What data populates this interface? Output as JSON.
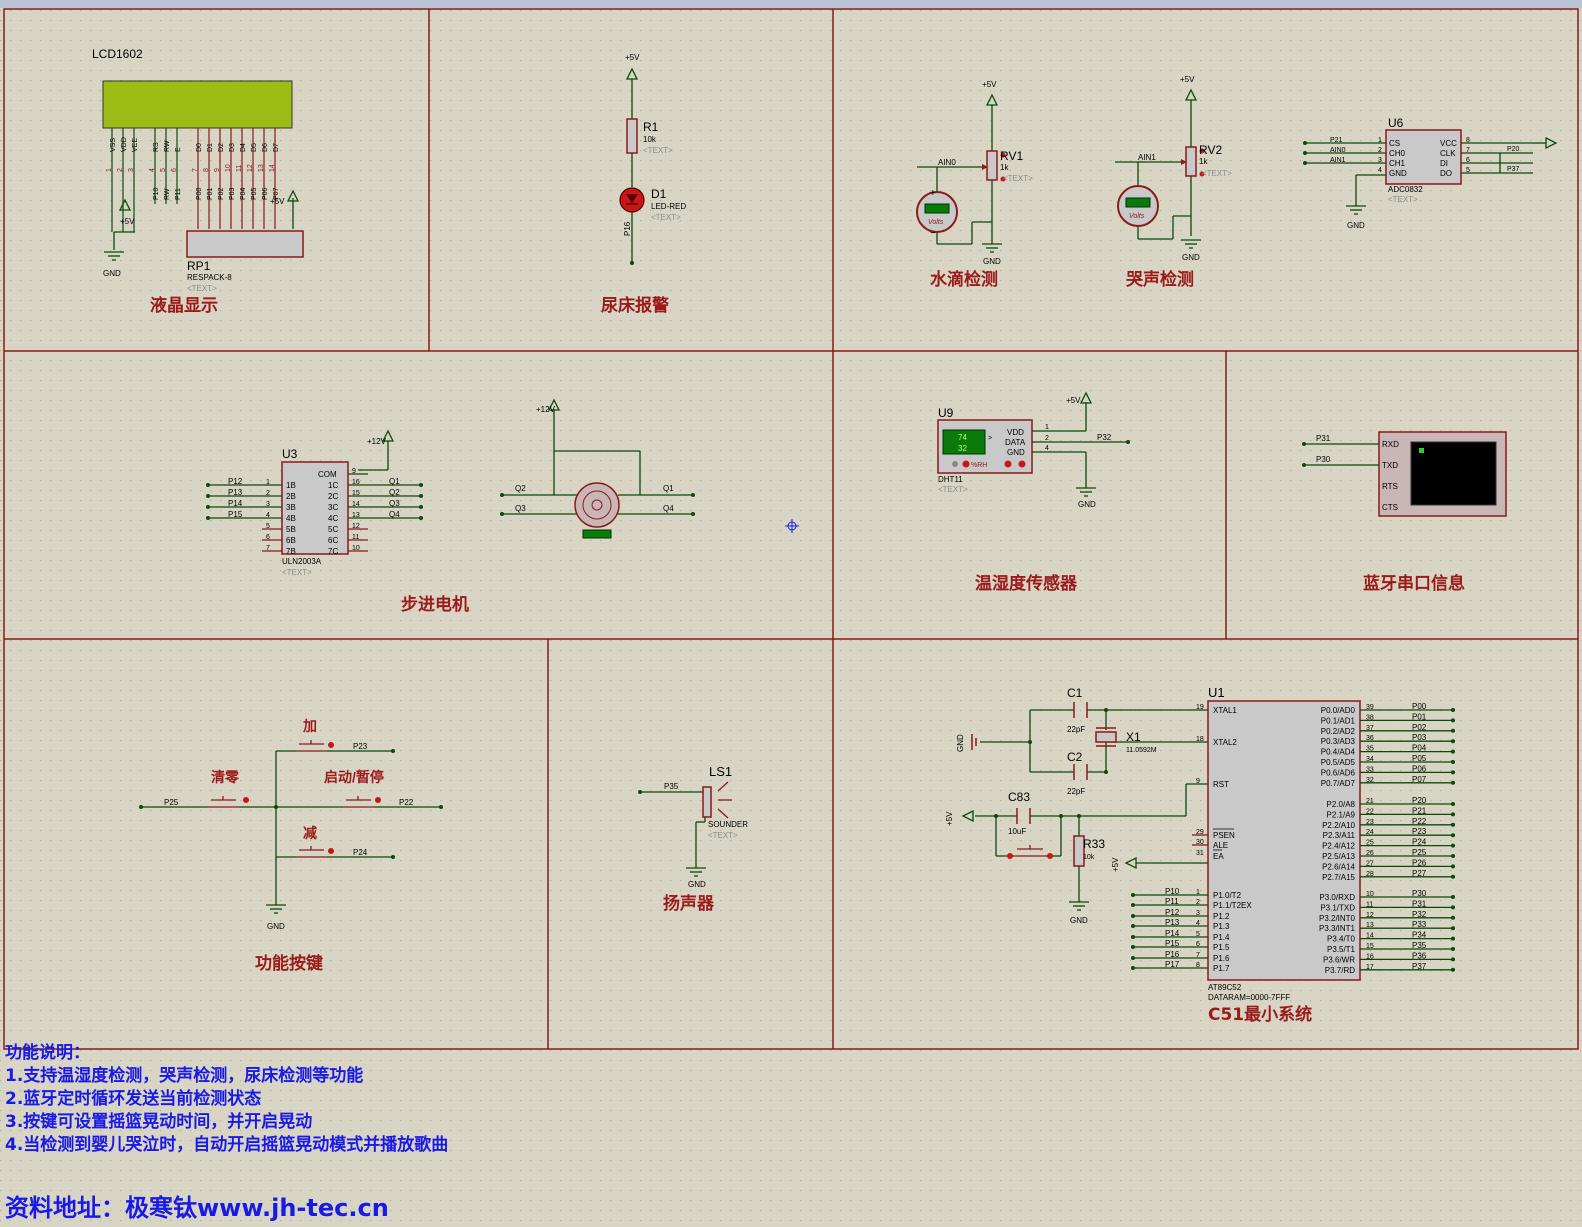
{
  "window": {
    "title_bar": ""
  },
  "sections": {
    "lcd": "液晶显示",
    "enuresis": "尿床报警",
    "water": "水滴检测",
    "cry": "哭声检测",
    "stepper": "步进电机",
    "dht": "温湿度传感器",
    "bt": "蓝牙串口信息",
    "keys": "功能按键",
    "speaker": "扬声器",
    "mcu": "C51最小系统"
  },
  "components": {
    "lcd": {
      "ref": "LCD1602",
      "pins": [
        "VSS",
        "VDD",
        "VEE",
        "RS",
        "RW",
        "E",
        "D0",
        "D1",
        "D2",
        "D3",
        "D4",
        "D5",
        "D6",
        "D7"
      ]
    },
    "rp1": {
      "ref": "RP1",
      "value": "RESPACK-8",
      "text": "<TEXT>"
    },
    "r1": {
      "ref": "R1",
      "value": "10k",
      "text": "<TEXT>"
    },
    "d1": {
      "ref": "D1",
      "value": "LED-RED",
      "text": "<TEXT>",
      "net": "P16"
    },
    "rv1": {
      "ref": "RV1",
      "value": "1k",
      "text": "<TEXT>",
      "net": "AIN0"
    },
    "rv2": {
      "ref": "RV2",
      "value": "1k",
      "text": "<TEXT>",
      "net": "AIN1"
    },
    "u6": {
      "ref": "U6",
      "value": "ADC0832",
      "text": "<TEXT>",
      "pins_left": [
        "CS",
        "CH0",
        "CH1",
        "GND"
      ],
      "pins_right": [
        "VCC",
        "CLK",
        "DI",
        "DO"
      ],
      "nets_left": [
        "P21",
        "AIN0",
        "AIN1"
      ],
      "nets_right": [
        "P20",
        "P37"
      ]
    },
    "u3": {
      "ref": "U3",
      "value": "ULN2003A",
      "text": "<TEXT>",
      "pins_left": [
        "1B",
        "2B",
        "3B",
        "4B",
        "5B",
        "6B",
        "7B"
      ],
      "pins_right": [
        "COM",
        "1C",
        "2C",
        "3C",
        "4C",
        "5C",
        "6C",
        "7C"
      ],
      "nets_left": [
        "P12",
        "P13",
        "P14",
        "P15"
      ],
      "nets_right": [
        "Q1",
        "Q2",
        "Q3",
        "Q4"
      ],
      "supply": "+12V"
    },
    "motor": {
      "supply": "+12V",
      "nets": [
        "Q2",
        "Q1",
        "Q3",
        "Q4"
      ]
    },
    "u9": {
      "ref": "U9",
      "value": "DHT11",
      "text": "<TEXT>",
      "temp": "74",
      "hum": "32",
      "rh": "%RH",
      "pins": [
        "VDD",
        "DATA",
        "GND"
      ],
      "net": "P32"
    },
    "bt": {
      "pins": [
        "RXD",
        "TXD",
        "RTS",
        "CTS"
      ],
      "nets": [
        "P31",
        "P30"
      ]
    },
    "keys": {
      "add": "加",
      "clear": "清零",
      "start": "启动/暂停",
      "sub": "减",
      "nets": {
        "add": "P23",
        "clear": "P25",
        "start": "P22",
        "sub": "P24"
      }
    },
    "ls1": {
      "ref": "LS1",
      "value": "SOUNDER",
      "text": "<TEXT>",
      "net": "P35"
    },
    "c1": {
      "ref": "C1",
      "value": "22pF"
    },
    "c2": {
      "ref": "C2",
      "value": "22pF"
    },
    "x1": {
      "ref": "X1",
      "value": "11.0592M"
    },
    "c83": {
      "ref": "C83",
      "value": "10uF"
    },
    "r33": {
      "ref": "R33",
      "value": "10k"
    },
    "u1": {
      "ref": "U1",
      "value": "AT89C52",
      "dataram": "DATARAM=0000-7FFF",
      "left_pins": [
        [
          "19",
          "XTAL1"
        ],
        [
          "18",
          "XTAL2"
        ],
        [
          "9",
          "RST"
        ],
        [
          "29",
          "PSEN"
        ],
        [
          "30",
          "ALE"
        ],
        [
          "31",
          "EA"
        ],
        [
          "1",
          "P1.0/T2"
        ],
        [
          "2",
          "P1.1/T2EX"
        ],
        [
          "3",
          "P1.2"
        ],
        [
          "4",
          "P1.3"
        ],
        [
          "5",
          "P1.4"
        ],
        [
          "6",
          "P1.5"
        ],
        [
          "7",
          "P1.6"
        ],
        [
          "8",
          "P1.7"
        ]
      ],
      "right_pins": [
        [
          "39",
          "P0.0/AD0",
          "P00"
        ],
        [
          "38",
          "P0.1/AD1",
          "P01"
        ],
        [
          "37",
          "P0.2/AD2",
          "P02"
        ],
        [
          "36",
          "P0.3/AD3",
          "P03"
        ],
        [
          "35",
          "P0.4/AD4",
          "P04"
        ],
        [
          "34",
          "P0.5/AD5",
          "P05"
        ],
        [
          "33",
          "P0.6/AD6",
          "P06"
        ],
        [
          "32",
          "P0.7/AD7",
          "P07"
        ],
        [
          "21",
          "P2.0/A8",
          "P20"
        ],
        [
          "22",
          "P2.1/A9",
          "P21"
        ],
        [
          "23",
          "P2.2/A10",
          "P22"
        ],
        [
          "24",
          "P2.3/A11",
          "P23"
        ],
        [
          "25",
          "P2.4/A12",
          "P24"
        ],
        [
          "26",
          "P2.5/A13",
          "P25"
        ],
        [
          "27",
          "P2.6/A14",
          "P26"
        ],
        [
          "28",
          "P2.7/A15",
          "P27"
        ],
        [
          "10",
          "P3.0/RXD",
          "P30"
        ],
        [
          "11",
          "P3.1/TXD",
          "P31"
        ],
        [
          "12",
          "P3.2/INT0",
          "P32"
        ],
        [
          "13",
          "P3.3/INT1",
          "P33"
        ],
        [
          "14",
          "P3.4/T0",
          "P34"
        ],
        [
          "15",
          "P3.5/T1",
          "P35"
        ],
        [
          "16",
          "P3.6/WR",
          "P36"
        ],
        [
          "17",
          "P3.7/RD",
          "P37"
        ]
      ],
      "p1_nets": [
        "P10",
        "P11",
        "P12",
        "P13",
        "P14",
        "P15",
        "P16",
        "P17"
      ]
    },
    "labels": {
      "vcc": "+5V",
      "gnd": "GND",
      "volts": "Volts"
    }
  },
  "notes": {
    "title": "功能说明：",
    "items": [
      "1.支持温湿度检测，哭声检测，尿床检测等功能",
      "2.蓝牙定时循环发送当前检测状态",
      "3.按键可设置摇篮晃动时间，并开启晃动",
      "4.当检测到婴儿哭泣时，自动开启摇篮晃动模式并播放歌曲"
    ]
  },
  "footer": "资料地址：极寒钛www.jh-tec.cn",
  "colors": {
    "wire": "#0b4a0b",
    "component": "#8b1a1a",
    "body": "#c9c9c9",
    "text_blue": "#1a1ae6",
    "section_red": "#9b1a1a",
    "grid": "#b9b6a6"
  }
}
